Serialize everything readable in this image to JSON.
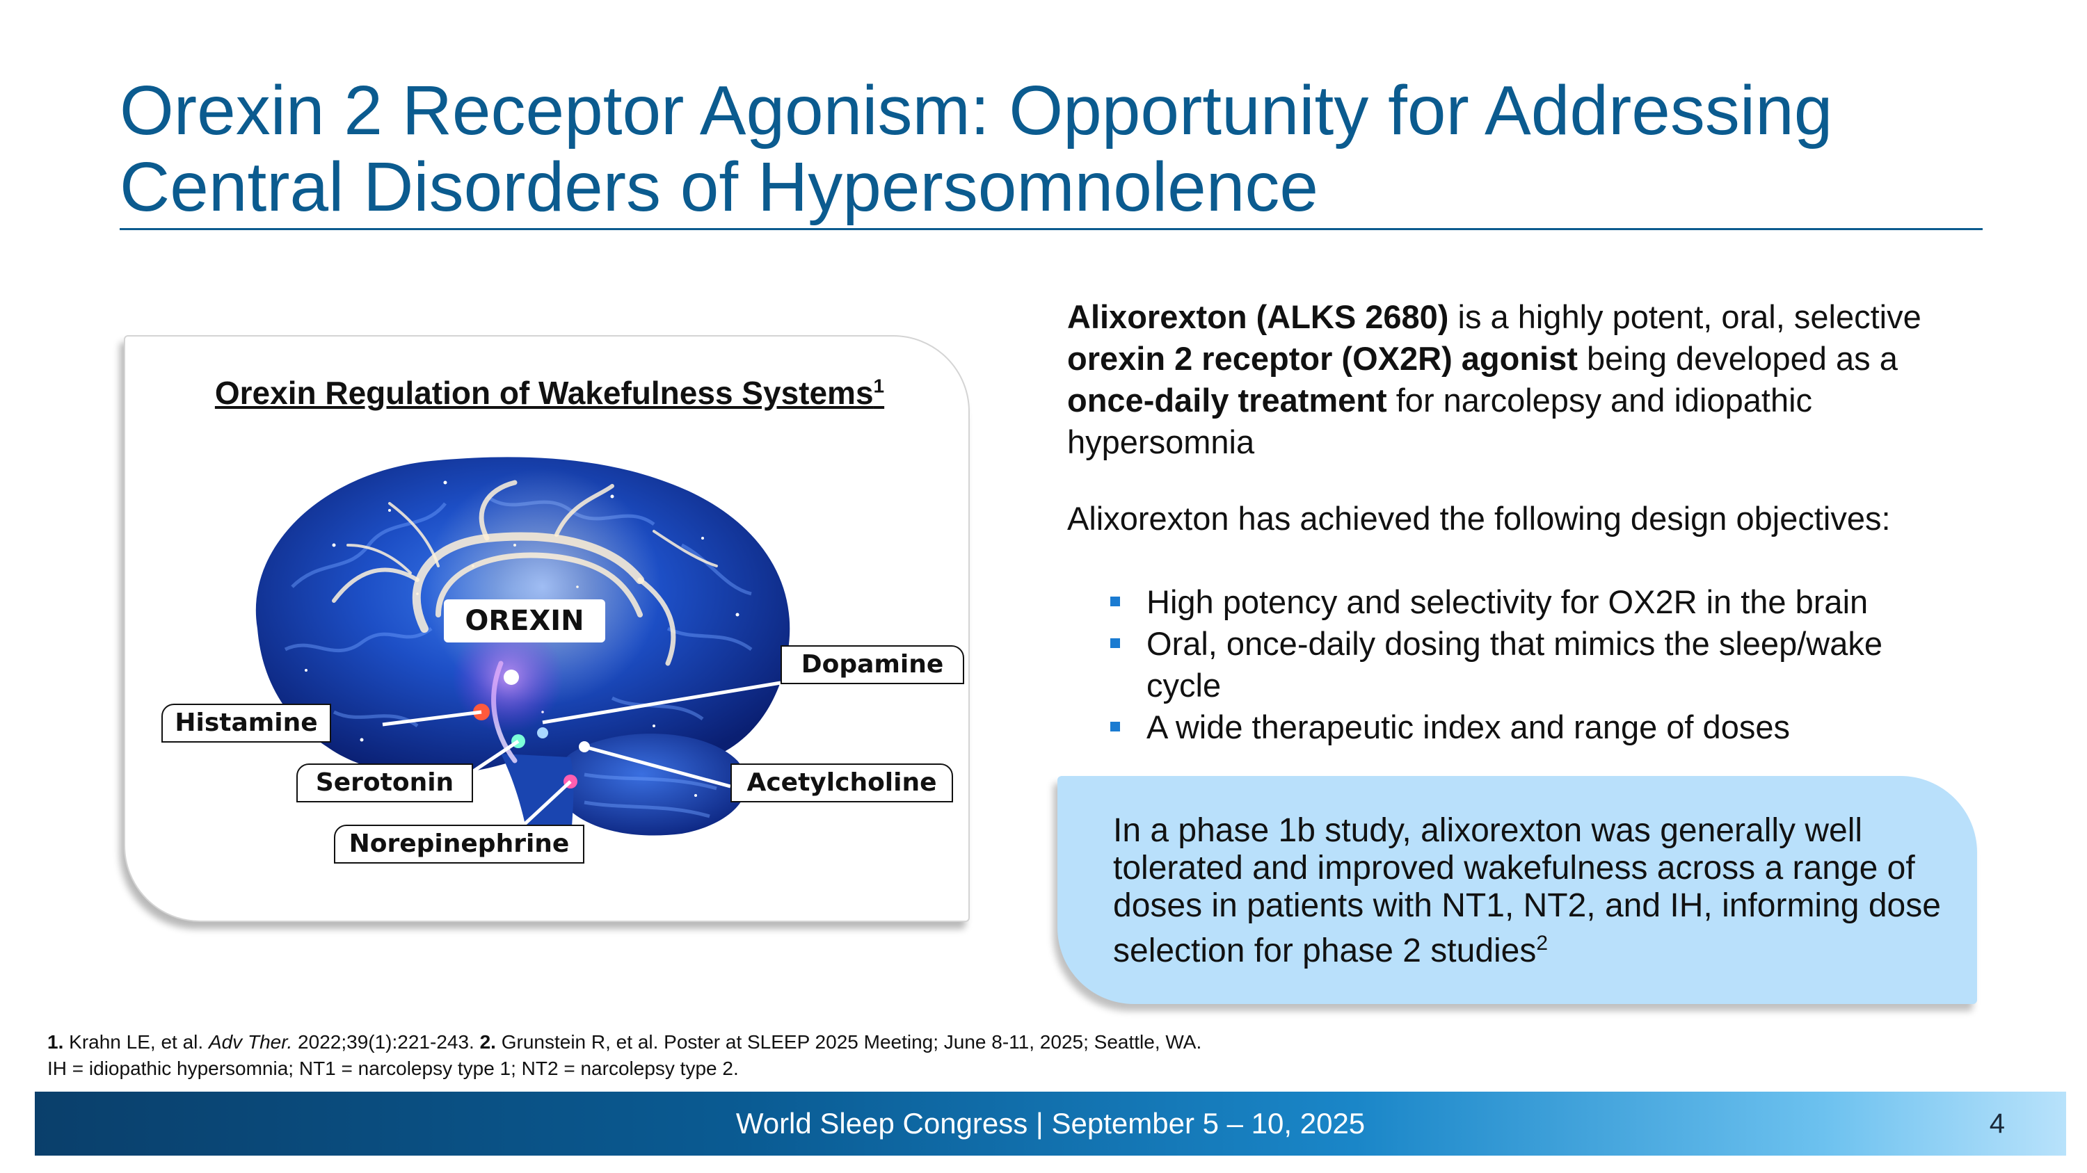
{
  "slide": {
    "title_line1": "Orexin 2 Receptor Agonism: Opportunity for Addressing",
    "title_line2": "Central Disorders of Hypersomnolence"
  },
  "figure": {
    "title": "Orexin Regulation of Wakefulness Systems",
    "title_ref": "1",
    "center_label": "OREXIN",
    "labels": {
      "histamine": "Histamine",
      "serotonin": "Serotonin",
      "norepinephrine": "Norepinephrine",
      "dopamine": "Dopamine",
      "acetylcholine": "Acetylcholine"
    }
  },
  "intro": {
    "drug_name": "Alixorexton (ALKS 2680)",
    "text1": " is a highly potent, oral, selective ",
    "receptor": "orexin 2 receptor (OX2R) agonist",
    "text2": " being developed as a ",
    "dosing": "once-daily treatment",
    "text3": " for narcolepsy and idiopathic hypersomnia"
  },
  "objectives": {
    "lead": "Alixorexton has achieved the following design objectives:",
    "items": [
      "High potency and selectivity for OX2R in the brain",
      "Oral, once-daily dosing that mimics the sleep/wake cycle",
      "A wide therapeutic index and range of doses"
    ]
  },
  "callout": {
    "text": "In a phase 1b study, alixorexton was generally well tolerated and improved wakefulness across a range of doses in patients with NT1, NT2, and IH, informing dose selection for phase 2 studies",
    "ref": "2"
  },
  "footnotes": {
    "ref1_num": "1.",
    "ref1_authors": " Krahn LE, et al. ",
    "ref1_journal": "Adv Ther.",
    "ref1_details": " 2022;39(1):221-243. ",
    "ref2_num": "2.",
    "ref2_text": " Grunstein R, et al. Poster at SLEEP 2025 Meeting; June 8-11, 2025; Seattle, WA.",
    "abbreviations": "IH = idiopathic hypersomnia; NT1 = narcolepsy type 1; NT2 = narcolepsy type 2."
  },
  "footer": {
    "event": "World Sleep Congress | September 5 – 10, 2025",
    "page_number": "4"
  },
  "colors": {
    "title_blue": "#0b5b8f",
    "bullet_blue": "#1a7bd1",
    "callout_bg": "#b9e0fb",
    "brain_blue": "#1746b8"
  }
}
